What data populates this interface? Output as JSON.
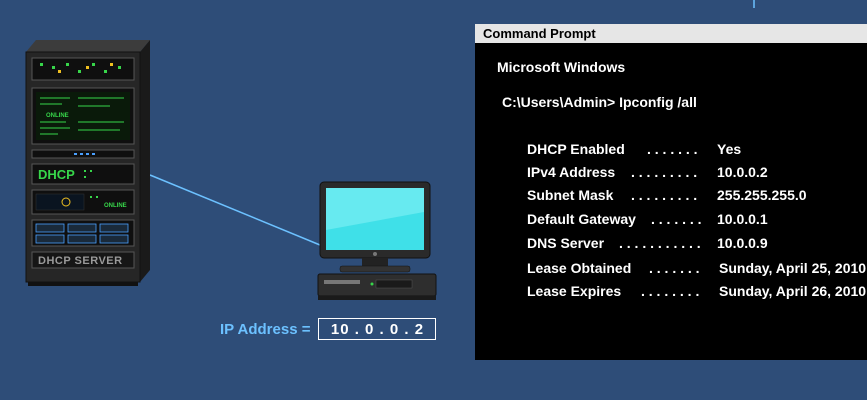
{
  "server": {
    "panel_label": "DHCP",
    "name_plate": "DHCP SERVER",
    "status_text_1": "ONLINE",
    "status_text_2": "ONLINE"
  },
  "client": {
    "ip_label": "IP Address =",
    "ip_value": "10 . 0 . 0 . 2"
  },
  "cmd": {
    "title": "Command Prompt",
    "header": "Microsoft Windows",
    "prompt": "C:\\Users\\Admin> Ipconfig /all",
    "rows": [
      {
        "key": "DHCP Enabled",
        "dots": ". . . . . . .",
        "value": "Yes"
      },
      {
        "key": "IPv4 Address",
        "dots": ". . . . . . . . .",
        "value": "10.0.0.2"
      },
      {
        "key": "Subnet Mask",
        "dots": ". . . . . . . . .",
        "value": "255.255.255.0"
      },
      {
        "key": "Default Gateway",
        "dots": ". . . . . . .",
        "value": "10.0.0.1"
      },
      {
        "key": "DNS Server",
        "dots": ". . . . . . . . . . .",
        "value": "10.0.0.9"
      },
      {
        "key": "Lease Obtained",
        "dots": ". . . . . . .",
        "value": "Sunday, April 25, 2010"
      },
      {
        "key": "Lease Expires",
        "dots": ". . . . . . . .",
        "value": "Sunday, April 26, 2010"
      }
    ]
  },
  "colors": {
    "background": "#2e4d78",
    "link_line": "#6cc1ff",
    "screen": "#3fe0e8"
  }
}
